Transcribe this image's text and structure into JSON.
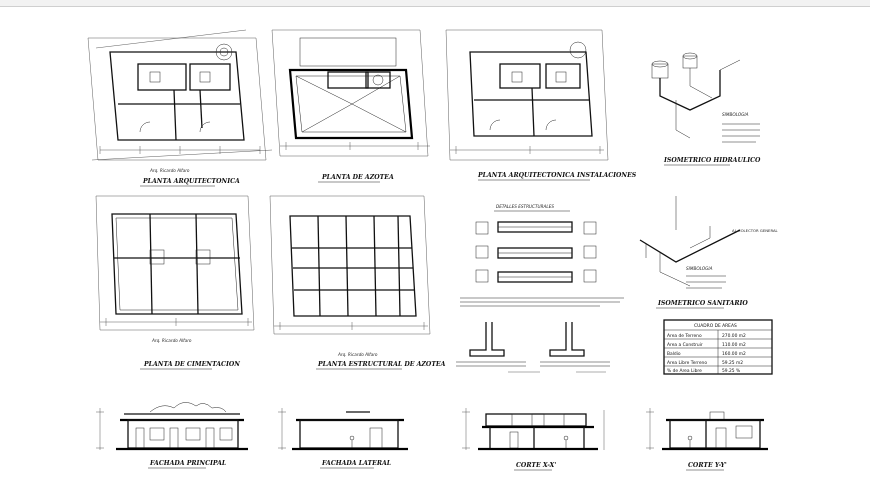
{
  "sheet": {
    "plans": {
      "arq_name": "Arq. Ricardo Alfaro",
      "arq_title": "PLANTA ARQUITECTONICA",
      "azotea_title": "PLANTA DE AZOTEA",
      "inst_title": "PLANTA ARQUITECTONICA INSTALACIONES",
      "isometric_hidraulico_title": "ISOMETRICO HIDRAULICO",
      "cim_name": "Arq. Ricardo Alfaro",
      "cim_title": "PLANTA DE CIMENTACION",
      "estr_name": "Arq. Ricardo Alfaro",
      "estr_title": "PLANTA ESTRUCTURAL DE AZOTEA",
      "isometric_sanitario_title": "ISOMETRICO SANITARIO",
      "colector_label": "AL COLECTOR GENERAL",
      "simbologia_h": "SIMBOLOGIA",
      "simbologia_s": "SIMBOLOGIA",
      "detalles_title": "DETALLES ESTRUCTURALES"
    },
    "elevations": {
      "fachada_principal": "FACHADA PRINCIPAL",
      "fachada_lateral": "FACHADA LATERAL",
      "corte_1": "CORTE X-X'",
      "corte_2": "CORTE Y-Y'"
    },
    "areas_table": {
      "title": "CUADRO DE AREAS",
      "rows": [
        {
          "label": "Area de Terreno",
          "value": "270.00 m2"
        },
        {
          "label": "Area a Construir",
          "value": "110.00 m2"
        },
        {
          "label": "Baldio",
          "value": "160.00 m2"
        },
        {
          "label": "Area Libre Terreno",
          "value": "59.25 m2"
        },
        {
          "label": "% de Area Libre",
          "value": "59.25 %"
        }
      ]
    }
  }
}
